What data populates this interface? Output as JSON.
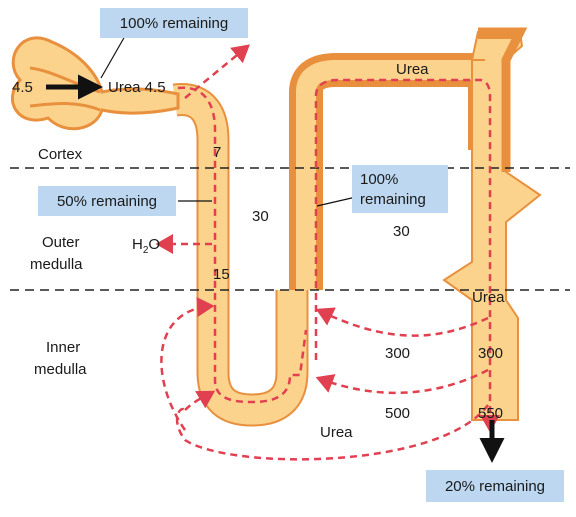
{
  "regions": {
    "cortex": "Cortex",
    "outer_medulla_line1": "Outer",
    "outer_medulla_line2": "medulla",
    "inner_medulla_line1": "Inner",
    "inner_medulla_line2": "medulla"
  },
  "callouts": {
    "proximal_remaining": "100% remaining",
    "loop_remaining": "50% remaining",
    "distal_remaining_line1": "100%",
    "distal_remaining_line2": "remaining",
    "final_remaining": "20% remaining"
  },
  "values": {
    "filtered": "4.5",
    "tubule_urea": "Urea 4.5",
    "thin_descending_top": "7",
    "thin_descending_mid": "15",
    "interstitium_outer": "30",
    "ascending_outer": "30",
    "interstitium_inner_upper": "300",
    "interstitium_inner_lower": "500",
    "collecting_upper": "300",
    "collecting_lower": "550"
  },
  "molecules": {
    "water_h": "H",
    "water_sub": "2",
    "water_o": "O",
    "urea_top": "Urea",
    "urea_collecting": "Urea",
    "urea_bottom": "Urea"
  },
  "colors": {
    "tubule_fill": "#fbd38c",
    "tubule_wall": "#e9903e",
    "flow_arrow": "#e0404f",
    "callout_box": "#bcd7ef"
  }
}
